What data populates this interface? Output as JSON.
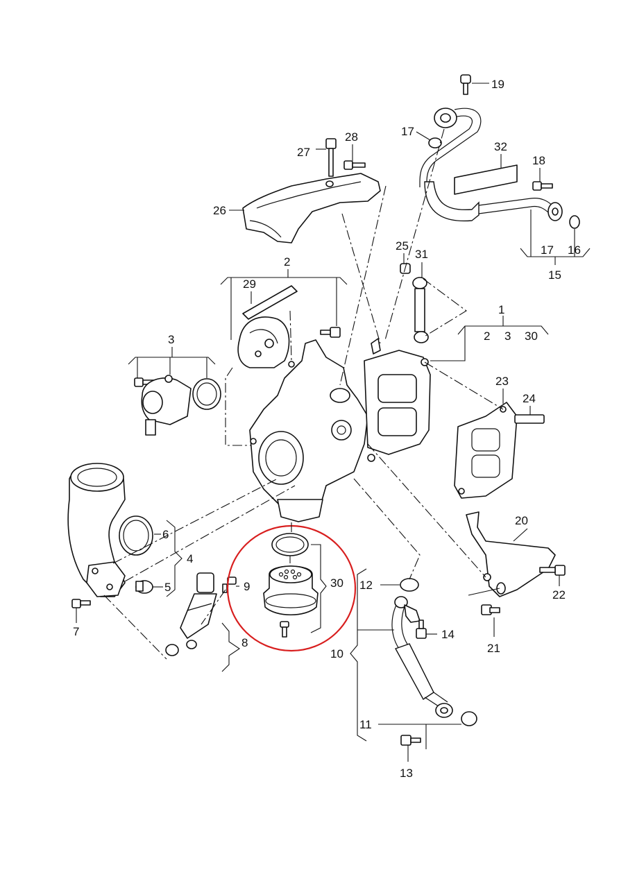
{
  "highlight_color": "#d81e1e",
  "callouts": {
    "c1": "1",
    "c1_sub_2": "2",
    "c1_sub_3": "3",
    "c1_sub_30": "30",
    "c2": "2",
    "c3": "3",
    "c4": "4",
    "c5": "5",
    "c6": "6",
    "c7": "7",
    "c8": "8",
    "c9": "9",
    "c10": "10",
    "c11": "11",
    "c12": "12",
    "c13": "13",
    "c14": "14",
    "c15": "15",
    "c16": "16",
    "c17a": "17",
    "c17b": "17",
    "c18": "18",
    "c19": "19",
    "c20": "20",
    "c21": "21",
    "c22": "22",
    "c23": "23",
    "c24": "24",
    "c25": "25",
    "c26": "26",
    "c27": "27",
    "c28": "28",
    "c29": "29",
    "c30": "30",
    "c31": "31",
    "c32": "32"
  }
}
